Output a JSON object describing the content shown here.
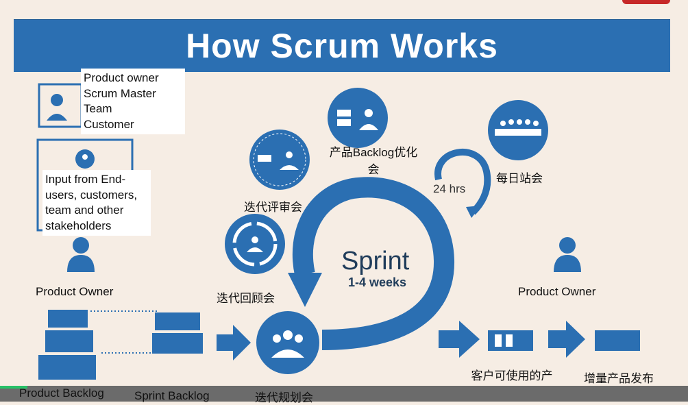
{
  "title": "How Scrum Works",
  "roles_note": [
    "Product owner",
    "Scrum Master",
    "Team",
    "Customer"
  ],
  "input_note": "Input from End-users, customers, team and other stakeholders",
  "left_owner": "Product Owner",
  "right_owner": "Product Owner",
  "sprint_label": "Sprint",
  "sprint_duration": "1-4 weeks",
  "daily_cycle": "24 hrs",
  "events": {
    "backlog_refinement": "产品Backlog优化会",
    "daily_standup": "每日站会",
    "sprint_review": "迭代评审会",
    "retrospective": "迭代回顾会"
  },
  "usable_increment": "客户可使用的产品增量",
  "release": "增量产品发布",
  "footer": {
    "product_backlog": "Product Backlog",
    "sprint_backlog": "Sprint Backlog",
    "sprint_planning": "迭代规划会"
  },
  "colors": {
    "blue": "#2b6fb2",
    "background": "#f6ede4",
    "dark_blue": "#1f5a94"
  }
}
